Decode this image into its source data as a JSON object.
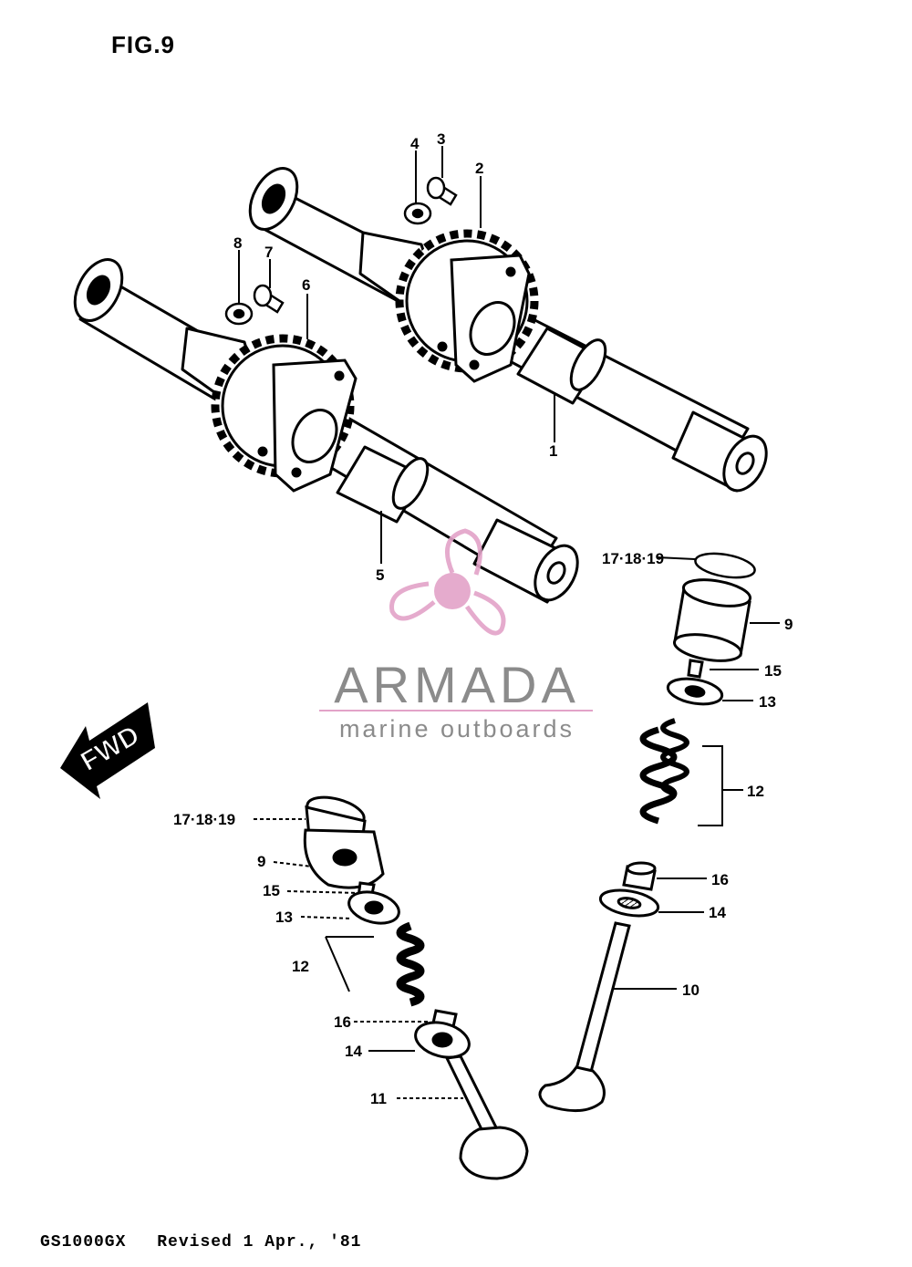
{
  "figure": {
    "title": "FIG.9"
  },
  "footer": {
    "model": "GS1000GX",
    "revision": "Revised 1 Apr., '81"
  },
  "direction_label": "FWD",
  "watermark": {
    "brand": "ARMADA",
    "tagline": "marine outboards",
    "color": "#e3a3c8",
    "text_color": "#8b8b8b"
  },
  "callouts": {
    "c1": "1",
    "c2": "2",
    "c3": "3",
    "c4": "4",
    "c5": "5",
    "c6": "6",
    "c7": "7",
    "c8": "8",
    "c9_right": "9",
    "c9_left": "9",
    "c10": "10",
    "c11": "11",
    "c12_right": "12",
    "c12_left": "12",
    "c13_right": "13",
    "c13_left": "13",
    "c14_right": "14",
    "c14_left": "14",
    "c15_right": "15",
    "c15_left": "15",
    "c16_right": "16",
    "c16_left": "16",
    "c17_right": "17·18·19",
    "c17_left": "17·18·19"
  }
}
